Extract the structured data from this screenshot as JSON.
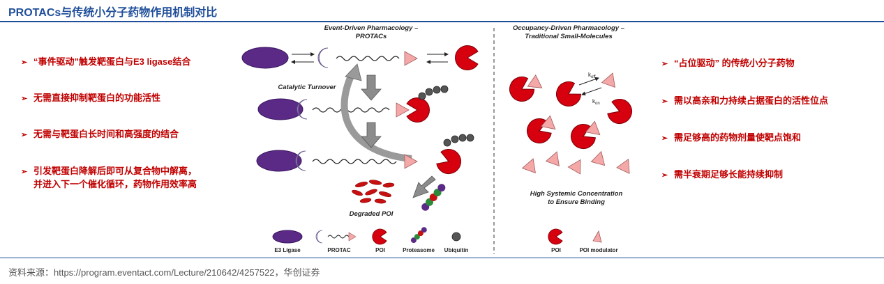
{
  "header": {
    "title": "PROTACs与传统小分子药物作用机制对比"
  },
  "left_bullets": [
    {
      "marker": "➢",
      "lines": [
        "“事件驱动”触发靶蛋白与E3 ligase结合"
      ]
    },
    {
      "marker": "➢",
      "lines": [
        "无需直接抑制靶蛋白的功能活性"
      ]
    },
    {
      "marker": "➢",
      "lines": [
        "无需与靶蛋白长时间和高强度的结合"
      ]
    },
    {
      "marker": "➢",
      "lines": [
        "引发靶蛋白降解后即可从复合物中解离，",
        "并进入下一个催化循环，药物作用效率高"
      ]
    }
  ],
  "right_bullets": [
    {
      "marker": "➢",
      "lines": [
        "“占位驱动” 的传统小分子药物"
      ]
    },
    {
      "marker": "➢",
      "lines": [
        "需以高亲和力持续占据蛋白的活性位点"
      ]
    },
    {
      "marker": "➢",
      "lines": [
        "需足够高的药物剂量使靶点饱和"
      ]
    },
    {
      "marker": "➢",
      "lines": [
        "需半衰期足够长能持续抑制"
      ]
    }
  ],
  "diagram_left": {
    "heading_line1": "Event-Driven Pharmacology –",
    "heading_line2": "PROTACs",
    "catalytic_label": "Catalytic Turnover",
    "degraded_label": "Degraded POI",
    "legend": [
      "E3 Ligase",
      "PROTAC",
      "POI",
      "Proteasome",
      "Ubiquitin"
    ]
  },
  "diagram_right": {
    "heading_line1": "Occupancy-Driven Pharmacology –",
    "heading_line2": "Traditional Small-Molecules",
    "koff_label": "k",
    "koff_sub": "off",
    "kon_label": "k",
    "kon_sub": "on",
    "concentration_line1": "High Systemic Concentration",
    "concentration_line2": "to Ensure Binding",
    "legend": [
      "POI",
      "POI modulator"
    ]
  },
  "colors": {
    "e3": "#5b2a86",
    "poi": "#d7000f",
    "modulator": "#f4a9a8",
    "ubiquitin": "#555555",
    "accent_blue": "#1f4e9a",
    "bullet_red": "#c00000"
  },
  "footer": {
    "source": "资料来源：https://program.eventact.com/Lecture/210642/4257522，华创证券"
  }
}
